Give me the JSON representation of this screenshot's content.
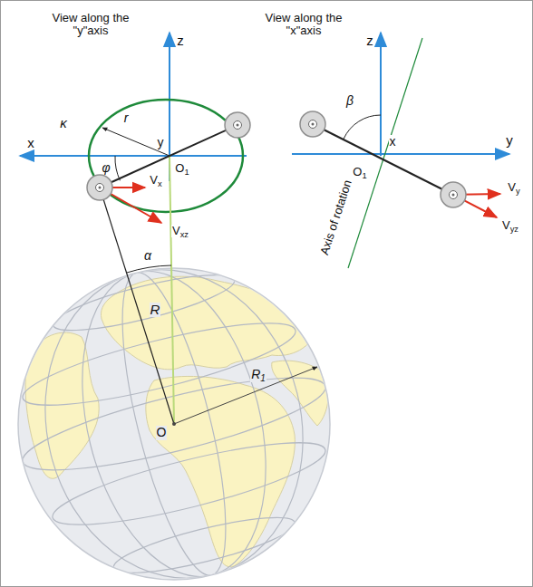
{
  "diagram": {
    "labels": [
      "View along the \"y\"axis",
      "z",
      "x",
      "κ",
      "r",
      "y",
      "O1",
      "φ",
      "Vx",
      "Vxz",
      "α",
      "R",
      "O",
      "R1",
      "View along the \"x\"axis",
      "z",
      "β",
      "x",
      "O1",
      "y",
      "Vy",
      "Vyz",
      "Axis of rotation"
    ]
  }
}
